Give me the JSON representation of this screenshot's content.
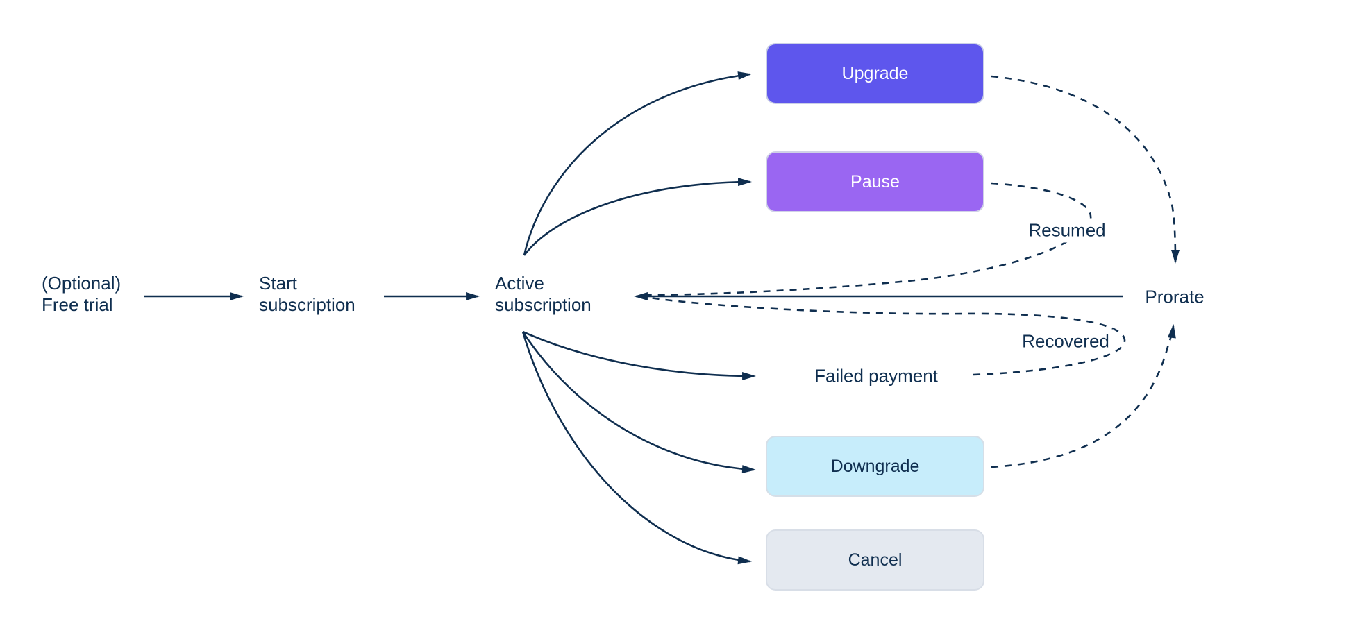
{
  "colors": {
    "line_navy": "#0F2E4F",
    "upgrade_bg": "#5E56ED",
    "upgrade_text": "#FFFFFF",
    "pause_bg": "#9A66F2",
    "pause_text": "#FFFFFF",
    "downgrade_bg": "#C7EDFB",
    "downgrade_text": "#0F2E4F",
    "cancel_bg": "#E4E9F0",
    "cancel_text": "#0F2E4F"
  },
  "nodes": {
    "free_trial": {
      "label": "(Optional)\nFree trial"
    },
    "start_subscription": {
      "label": "Start\nsubscription"
    },
    "active_subscription": {
      "label": "Active\nsubscription"
    },
    "upgrade": {
      "label": "Upgrade"
    },
    "pause": {
      "label": "Pause"
    },
    "failed_payment": {
      "label": "Failed payment"
    },
    "downgrade": {
      "label": "Downgrade"
    },
    "cancel": {
      "label": "Cancel"
    },
    "prorate": {
      "label": "Prorate"
    }
  },
  "edge_labels": {
    "resumed": "Resumed",
    "recovered": "Recovered"
  }
}
